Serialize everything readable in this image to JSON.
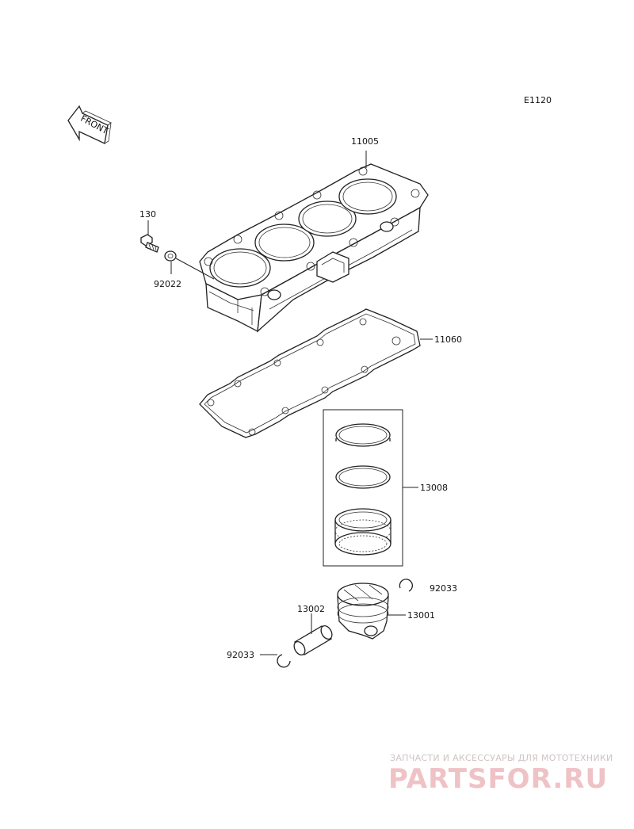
{
  "diagram_code": "E1120",
  "front_label": "FRONT",
  "parts": {
    "cylinder": "11005",
    "bolt": "130",
    "washer": "92022",
    "gasket": "11060",
    "ring_set": "13008",
    "piston": "13001",
    "pin": "13002",
    "snap_ring_right": "92033",
    "snap_ring_left": "92033"
  },
  "watermark": {
    "tagline": "ЗАПЧАСТИ И АКСЕССУАРЫ ДЛЯ МОТОТЕХНИКИ",
    "logo": "PARTSFOR.RU"
  }
}
